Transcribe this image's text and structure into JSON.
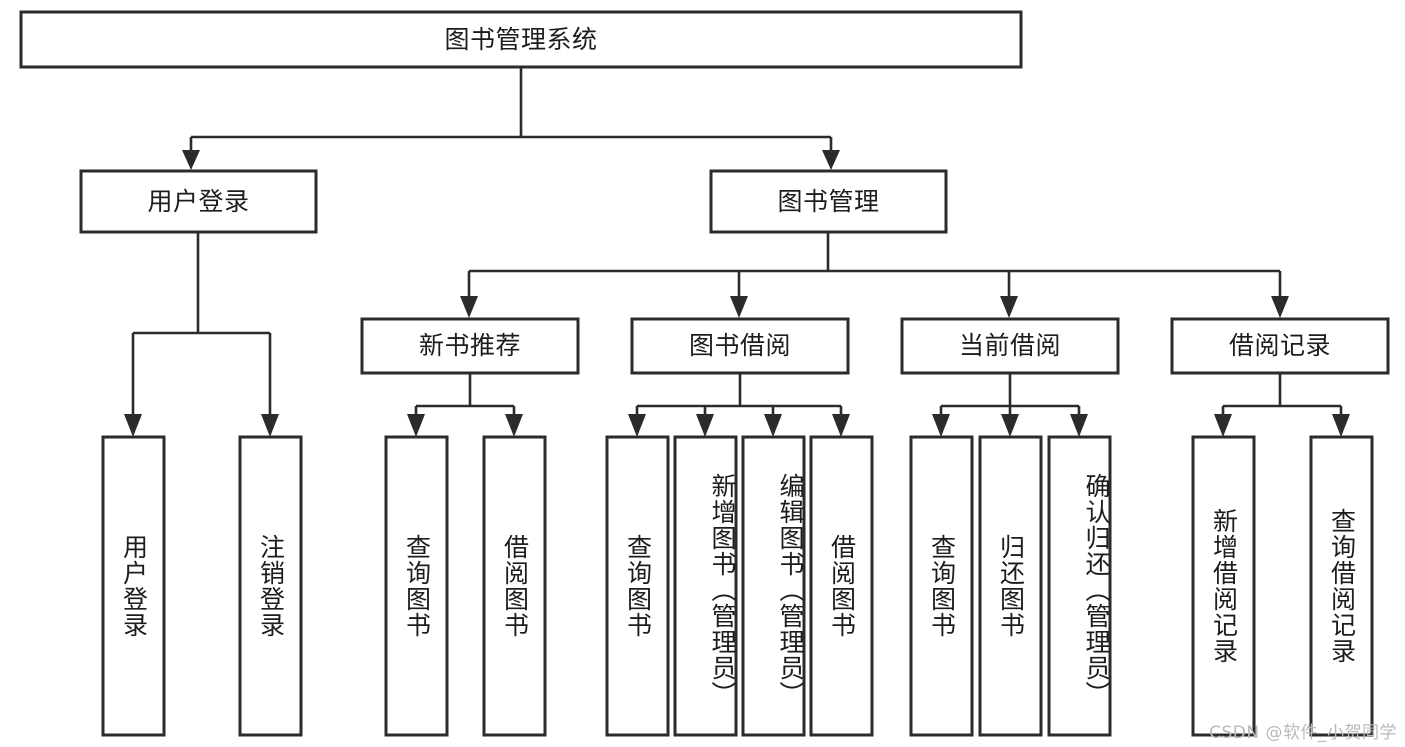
{
  "diagram": {
    "type": "tree-hierarchy",
    "title": "图书管理系统",
    "root": {
      "id": "root",
      "label": "图书管理系统",
      "level": 1
    },
    "level2": [
      {
        "id": "user-login",
        "label": "用户登录"
      },
      {
        "id": "book-manage",
        "label": "图书管理"
      }
    ],
    "level3": [
      {
        "id": "new-book-recommend",
        "label": "新书推荐",
        "parent": "book-manage"
      },
      {
        "id": "book-borrow",
        "label": "图书借阅",
        "parent": "book-manage"
      },
      {
        "id": "current-borrow",
        "label": "当前借阅",
        "parent": "book-manage"
      },
      {
        "id": "borrow-record",
        "label": "借阅记录",
        "parent": "book-manage"
      }
    ],
    "leaves": {
      "user_login": [
        {
          "id": "leaf-user-login",
          "label": "用户登录"
        },
        {
          "id": "leaf-user-logout",
          "label": "注销登录"
        }
      ],
      "new_book_recommend": [
        {
          "id": "leaf-query-book-1",
          "label": "查询图书"
        },
        {
          "id": "leaf-borrow-book-1",
          "label": "借阅图书"
        }
      ],
      "book_borrow": [
        {
          "id": "leaf-query-book-2",
          "label": "查询图书"
        },
        {
          "id": "leaf-add-book",
          "label": "新增图书（管理员）"
        },
        {
          "id": "leaf-edit-book",
          "label": "编辑图书（管理员）"
        },
        {
          "id": "leaf-borrow-book-2",
          "label": "借阅图书"
        }
      ],
      "current_borrow": [
        {
          "id": "leaf-query-book-3",
          "label": "查询图书"
        },
        {
          "id": "leaf-return-book",
          "label": "归还图书"
        },
        {
          "id": "leaf-confirm-return",
          "label": "确认归还（管理员）"
        }
      ],
      "borrow_record": [
        {
          "id": "leaf-add-record",
          "label": "新增借阅记录"
        },
        {
          "id": "leaf-query-record",
          "label": "查询借阅记录"
        }
      ]
    },
    "colors": {
      "stroke": "#2b2b2b",
      "fill": "#ffffff",
      "text": "#1d1d1d",
      "watermark": "#b9b9b9"
    }
  },
  "watermark": {
    "text": "CSDN @软件_小贺同学"
  }
}
